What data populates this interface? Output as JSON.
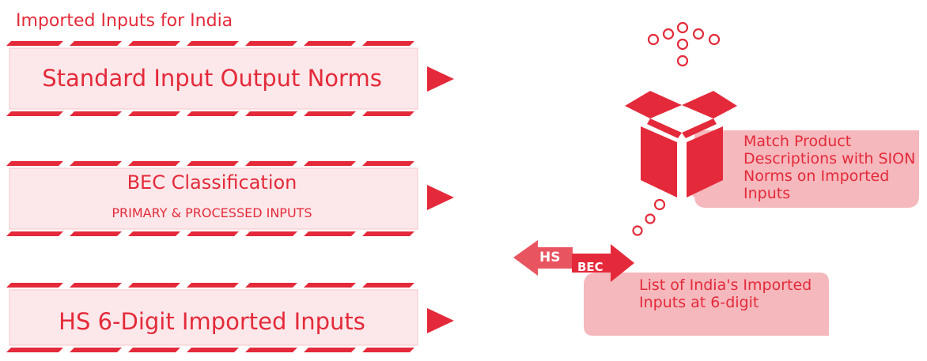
{
  "title": "Imported Inputs for India",
  "cards": [
    {
      "label": "Standard Input Output Norms"
    },
    {
      "label": "BEC Classification",
      "sub": "PRIMARY & PROCESSED INPUTS"
    },
    {
      "label": "HS 6-Digit Imported Inputs"
    }
  ],
  "callouts": {
    "match": "Match Product Descriptions with SION Norms on Imported Inputs",
    "list": "List of India's Imported Inputs at 6-digit"
  },
  "tags": {
    "hs": "HS",
    "bec": "BEC"
  },
  "colors": {
    "accent": "#e42a3a",
    "card_fill": "#fce8ea",
    "callout_fill": "#f5b8bd"
  },
  "icons": [
    "box-icon",
    "dots-trail-icon",
    "double-arrow-icon"
  ]
}
